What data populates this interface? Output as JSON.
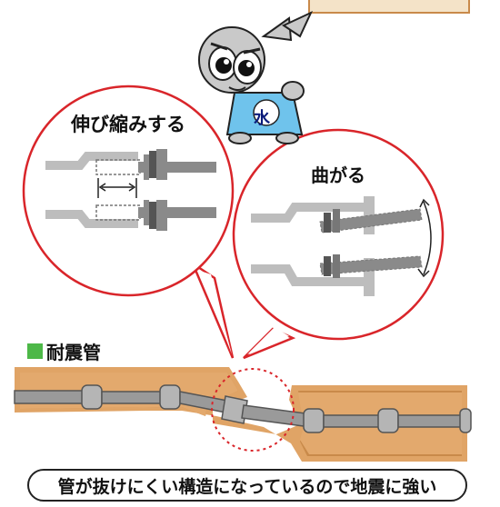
{
  "labels": {
    "stretch": "伸び縮みする",
    "bend": "曲がる",
    "mascot_badge": "水"
  },
  "section": {
    "title": "耐震管"
  },
  "caption": "管が抜けにくい構造になっているので地震に強い",
  "colors": {
    "soil": "#e0a466",
    "soil_dark": "#c98a4a",
    "pipe": "#9a9a9a",
    "pipe_light": "#cfcfcf",
    "callout_red": "#d9252a",
    "section_green": "#4db848",
    "mascot_shirt": "#6fc3ec"
  },
  "icons": [
    "water-mascot-character",
    "double-arrow-horizontal",
    "double-arrow-curved"
  ]
}
